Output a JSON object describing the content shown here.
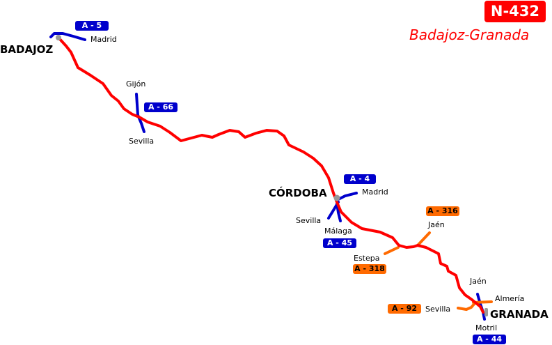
{
  "header": {
    "road_id": "N-432",
    "road_name": "Badajoz-Granada"
  },
  "colors": {
    "main_road": "#ff0000",
    "autovia": "#0000cc",
    "autonomica": "#ff6a00",
    "city_dot": "#999999"
  },
  "cities": {
    "badajoz": "BADAJOZ",
    "cordoba": "CÓRDOBA",
    "granada": "GRANADA"
  },
  "junctions": [
    {
      "road": "A - 5",
      "type": "autovia",
      "destinations": [
        "Madrid"
      ]
    },
    {
      "road": "A - 66",
      "type": "autovia",
      "destinations": [
        "Gijón",
        "Sevilla"
      ]
    },
    {
      "road": "A - 4",
      "type": "autovia",
      "destinations": [
        "Madrid"
      ]
    },
    {
      "road": "A - 45",
      "type": "autovia",
      "destinations": [
        "Sevilla",
        "Málaga"
      ]
    },
    {
      "road": "A - 316",
      "type": "autonomica",
      "destinations": [
        "Jaén"
      ]
    },
    {
      "road": "A - 318",
      "type": "autonomica",
      "destinations": [
        "Estepa"
      ]
    },
    {
      "road": "A - 92",
      "type": "autonomica",
      "destinations": [
        "Sevilla"
      ]
    },
    {
      "road": "A - 44",
      "type": "autovia",
      "destinations": [
        "Jaén",
        "Motril"
      ]
    },
    {
      "road": "",
      "type": "autonomica",
      "destinations": [
        "Almería"
      ]
    }
  ]
}
